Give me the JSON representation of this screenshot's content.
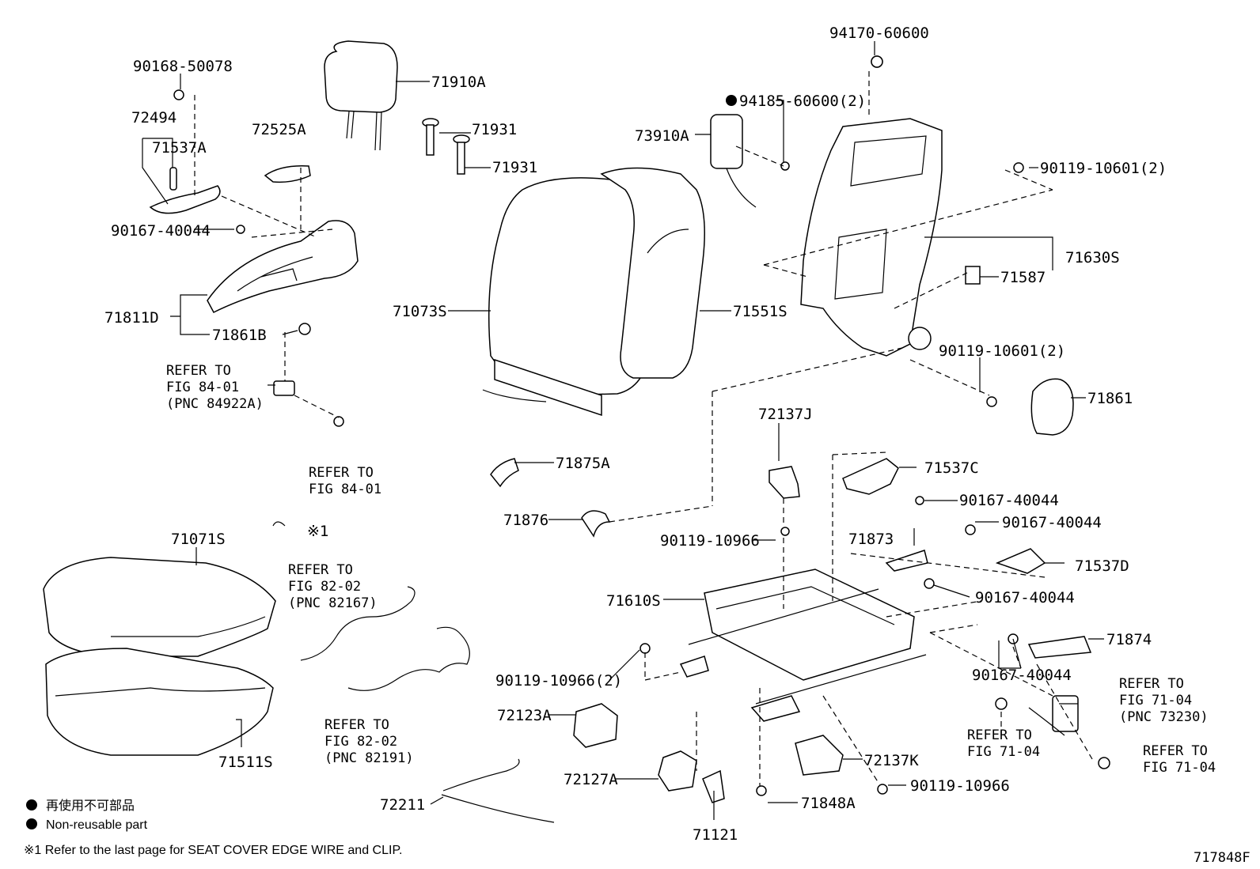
{
  "labels": {
    "p90168_50078": "90168-50078",
    "p72494": "72494",
    "p71537A": "71537A",
    "p72525A": "72525A",
    "p71910A": "71910A",
    "p71931a": "71931",
    "p71931b": "71931",
    "p94170_60600": "94170-60600",
    "p94185_60600": "94185-60600(2)",
    "p73910A": "73910A",
    "p90119_10601a": "90119-10601(2)",
    "p71630S": "71630S",
    "p71587": "71587",
    "p90167_40044a": "90167-40044",
    "p71811D": "71811D",
    "p71861B": "71861B",
    "p71073S": "71073S",
    "p71551S": "71551S",
    "p90119_10601b": "90119-10601(2)",
    "p71861": "71861",
    "p72137J": "72137J",
    "p71537C": "71537C",
    "p90167_40044b": "90167-40044",
    "p90167_40044c": "90167-40044",
    "p71875A": "71875A",
    "p71876": "71876",
    "p90119_10966a": "90119-10966",
    "p71873": "71873",
    "p71537D": "71537D",
    "p71071S": "71071S",
    "p_note1_mark": "※1",
    "p71610S": "71610S",
    "p90167_40044d": "90167-40044",
    "p71874": "71874",
    "p90167_40044e": "90167-40044",
    "p90119_10966b": "90119-10966(2)",
    "p72123A": "72123A",
    "p72137K": "72137K",
    "p72127A": "72127A",
    "p90119_10966c": "90119-10966",
    "p72211": "72211",
    "p71848A": "71848A",
    "p71121": "71121",
    "p71511S": "71511S"
  },
  "refs": {
    "fig8401_pnc": [
      "REFER TO",
      "FIG 84-01",
      "(PNC 84922A)"
    ],
    "fig8401": [
      "REFER TO",
      "FIG 84-01"
    ],
    "fig8202_82167": [
      "REFER TO",
      "FIG 82-02",
      "(PNC 82167)"
    ],
    "fig8202_82191": [
      "REFER TO",
      "FIG 82-02",
      "(PNC 82191)"
    ],
    "fig7104_73230": [
      "REFER TO",
      "FIG 71-04",
      "(PNC 73230)"
    ],
    "fig7104_a": [
      "REFER TO",
      "FIG 71-04"
    ],
    "fig7104_b": [
      "REFER TO",
      "FIG 71-04"
    ]
  },
  "legend": {
    "jp": "再使用不可部品",
    "en": "Non-reusable part",
    "note1": "※1  Refer to the last page for SEAT COVER EDGE WIRE and CLIP."
  },
  "diagram_id": "717848F"
}
